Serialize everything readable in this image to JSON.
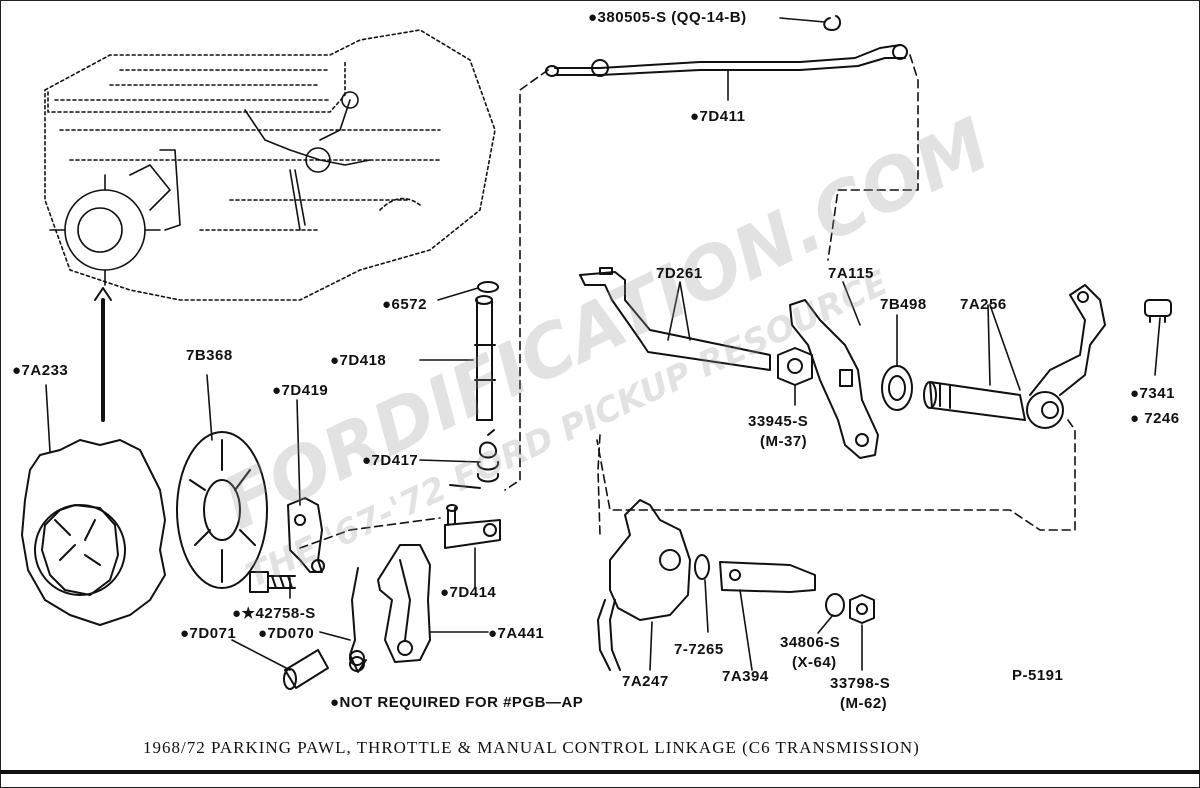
{
  "watermark": {
    "main": "FORDIFICATION.COM",
    "sub": "THE '67-'72 FORD PICKUP RESOURCE"
  },
  "caption": "1968/72   PARKING PAWL, THROTTLE & MANUAL CONTROL LINKAGE (C6 TRANSMISSION)",
  "plate_id": "P-5191",
  "note": "●NOT REQUIRED FOR #PGB—AP",
  "labels": {
    "p380505": "●380505-S (QQ-14-B)",
    "p7D411": "●7D411",
    "p6572": "●6572",
    "p7D418": "●7D418",
    "p7D419": "●7D419",
    "p7A233": "●7A233",
    "p7B368": "7B368",
    "p7D417": "●7D417",
    "p7D414": "●7D414",
    "p42758": "●★42758-S",
    "p7D071": "●7D071",
    "p7D070": "●7D070",
    "p7A441": "●7A441",
    "p7D261": "7D261",
    "p7A115": "7A115",
    "p7B498": "7B498",
    "p7A256": "7A256",
    "p7341": "●7341",
    "p7246": "● 7246",
    "p33945": "33945-S",
    "p33945b": "(M-37)",
    "p7A247": "7A247",
    "p77265": "7-7265",
    "p7A394": "7A394",
    "p34806": "34806-S",
    "p34806b": "(X-64)",
    "p33798": "33798-S",
    "p33798b": "(M-62)"
  }
}
